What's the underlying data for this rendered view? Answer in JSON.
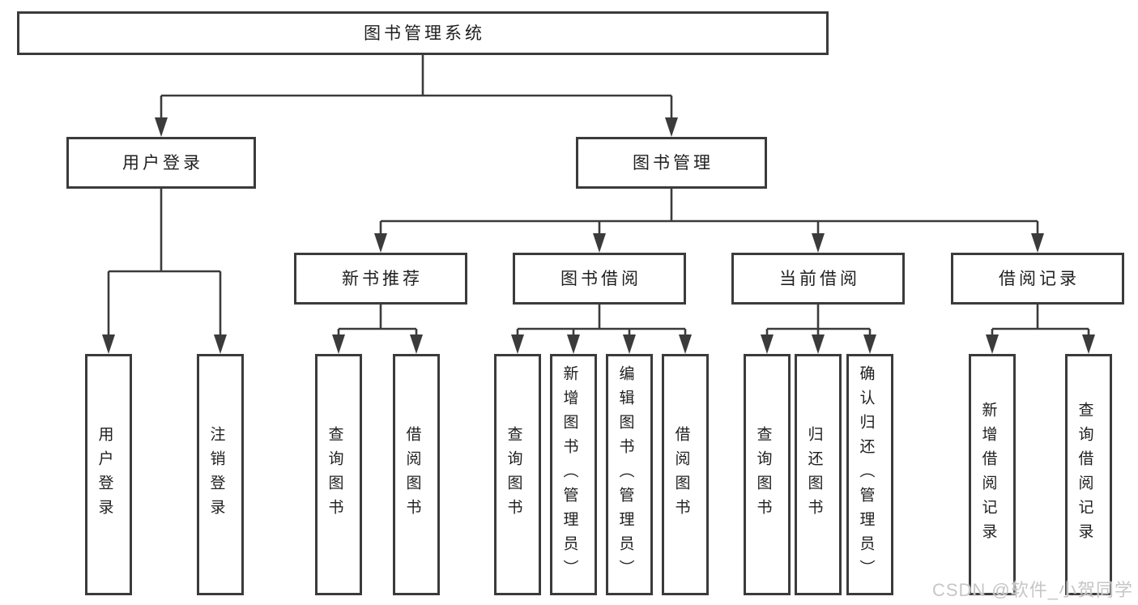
{
  "colors": {
    "line": "#3b3b3b",
    "text": "#1f1f1f",
    "watermark": "#c6c6c6",
    "background": "#ffffff"
  },
  "tree": {
    "root": "图书管理系统",
    "branches": [
      {
        "label": "用户登录",
        "children": [
          "用户登录",
          "注销登录"
        ]
      },
      {
        "label": "图书管理",
        "sections": [
          {
            "label": "新书推荐",
            "children": [
              "查询图书",
              "借阅图书"
            ]
          },
          {
            "label": "图书借阅",
            "children": [
              "查询图书",
              "新增图书（管理员）",
              "编辑图书（管理员）",
              "借阅图书"
            ]
          },
          {
            "label": "当前借阅",
            "children": [
              "查询图书",
              "归还图书",
              "确认归还（管理员）"
            ]
          },
          {
            "label": "借阅记录",
            "children": [
              "新增借阅记录",
              "查询借阅记录"
            ]
          }
        ]
      }
    ]
  },
  "watermark": "CSDN @软件_小贺同学"
}
